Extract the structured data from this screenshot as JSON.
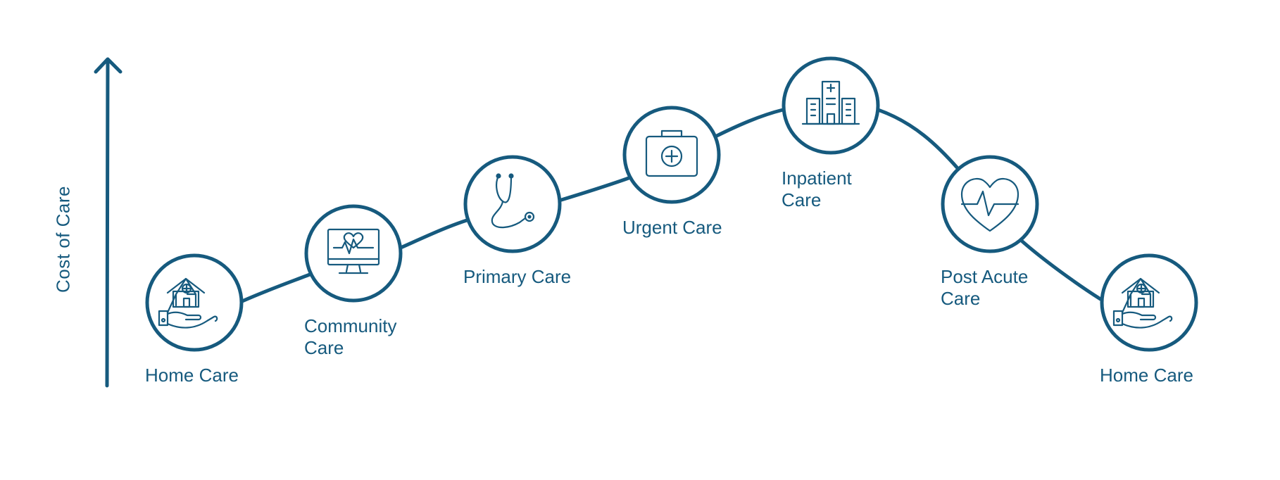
{
  "colors": {
    "primary": "#165a7e",
    "background": "#ffffff"
  },
  "axis": {
    "label": "Cost of  Care",
    "arrow_icon": "up-arrow-icon"
  },
  "stages": [
    {
      "lines": [
        "Home Care"
      ],
      "icon": "home-care-hand-icon"
    },
    {
      "lines": [
        "Community",
        "Care"
      ],
      "icon": "monitor-heartbeat-icon"
    },
    {
      "lines": [
        "Primary Care"
      ],
      "icon": "stethoscope-icon"
    },
    {
      "lines": [
        "Urgent Care"
      ],
      "icon": "first-aid-kit-icon"
    },
    {
      "lines": [
        "Inpatient",
        "Care"
      ],
      "icon": "hospital-building-icon"
    },
    {
      "lines": [
        "Post Acute",
        "Care"
      ],
      "icon": "heart-pulse-icon"
    },
    {
      "lines": [
        "Home Care"
      ],
      "icon": "home-care-hand-icon"
    }
  ]
}
